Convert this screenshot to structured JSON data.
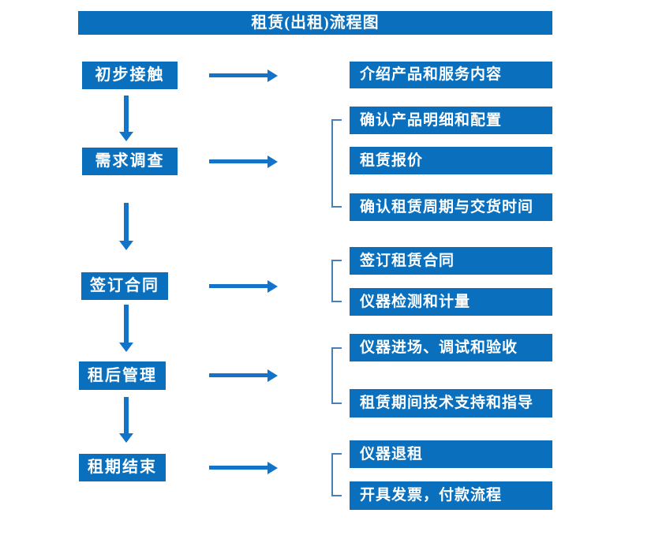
{
  "title": "租赁(出租)流程图",
  "colors": {
    "box_blue": "#0a70bd",
    "arrow_blue": "#1273c8",
    "bracket_blue": "#4a80b6",
    "text": "#ffffff",
    "background": "#ffffff"
  },
  "rows": [
    {
      "step": "初步接触",
      "details": [
        "介绍产品和服务内容"
      ]
    },
    {
      "step": "需求调查",
      "details": [
        "确认产品明细和配置",
        "租赁报价",
        "确认租赁周期与交货时间"
      ]
    },
    {
      "step": "签订合同",
      "details": [
        "签订租赁合同",
        "仪器检测和计量"
      ]
    },
    {
      "step": "租后管理",
      "details": [
        "仪器进场、调试和验收",
        "租赁期间技术支持和指导"
      ]
    },
    {
      "step": "租期结束",
      "details": [
        "仪器退租",
        "开具发票，付款流程"
      ]
    }
  ]
}
